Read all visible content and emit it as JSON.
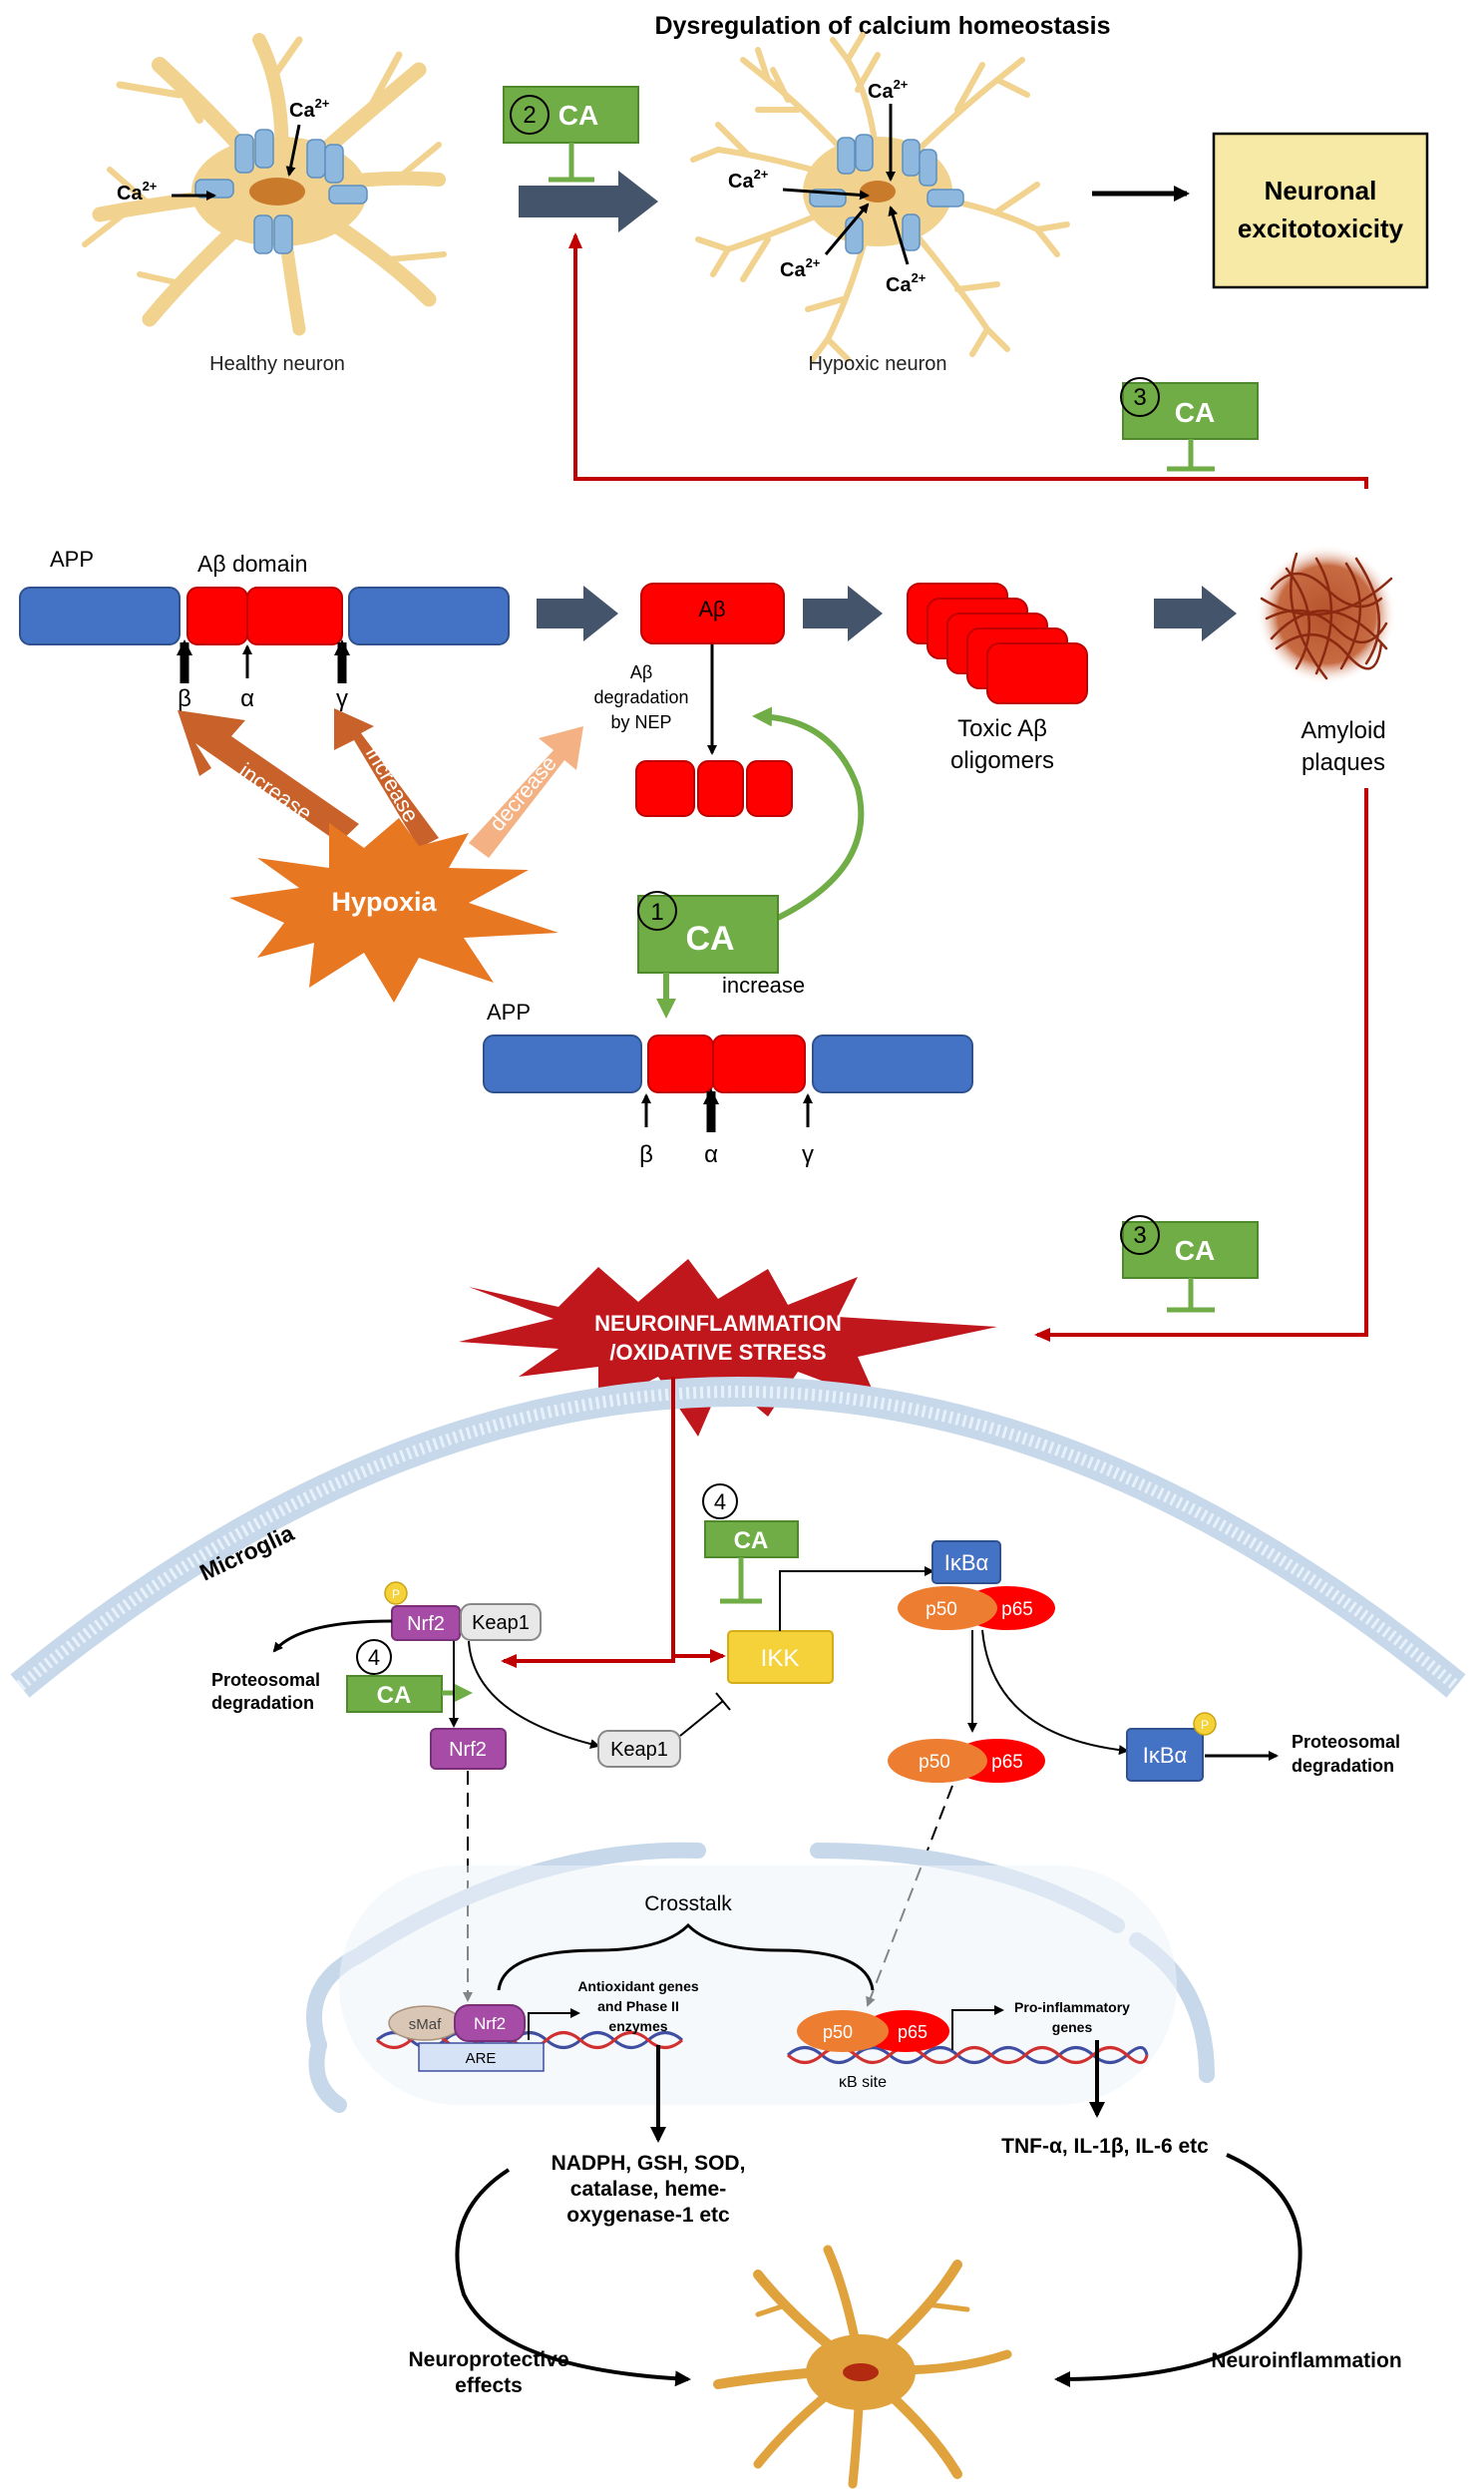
{
  "calcium": {
    "title": "Dysregulation of calcium homeostasis",
    "healthy_label": "Healthy neuron",
    "hypoxic_label": "Hypoxic neuron",
    "ion": "Ca²⁺",
    "ion_base": "Ca",
    "ion_sup": "2+",
    "excitotoxicity_line1": "Neuronal",
    "excitotoxicity_line2": "excitotoxicity"
  },
  "ca": {
    "label": "CA",
    "num1": "1",
    "num2": "2",
    "num3": "3",
    "num4": "4"
  },
  "amyloid": {
    "app": "APP",
    "domain": "Aβ domain",
    "beta": "β",
    "alpha": "α",
    "gamma": "γ",
    "abeta": "Aβ",
    "nep_line1": "Aβ",
    "nep_line2": "degradation",
    "nep_line3": "by NEP",
    "toxic_line1": "Toxic Aβ",
    "toxic_line2": "oligomers",
    "plaques_line1": "Amyloid",
    "plaques_line2": "plaques",
    "hypoxia": "Hypoxia",
    "increase": "increase",
    "decrease": "decrease"
  },
  "inflammation": {
    "line1": "NEUROINFLAMMATION",
    "line2": "/OXIDATIVE STRESS"
  },
  "microglia": {
    "label": "Microglia",
    "nrf2": "Nrf2",
    "keap1": "Keap1",
    "ikk": "IKK",
    "ikba": "IκBα",
    "p50": "p50",
    "p65": "p65",
    "proteo_line1": "Proteosomal",
    "proteo_line2": "degradation",
    "p_badge": "P"
  },
  "nucleus": {
    "crosstalk": "Crosstalk",
    "smaf": "sMaf",
    "are": "ARE",
    "antiox_line1": "Antioxidant genes",
    "antiox_line2": "and Phase II",
    "antiox_line3": "enzymes",
    "proinf_line1": "Pro-inflammatory",
    "proinf_line2": "genes",
    "kb_site": "κB site"
  },
  "outcomes": {
    "antiox_line1": "NADPH, GSH, SOD,",
    "antiox_line2": "catalase, heme-",
    "antiox_line3": "oxygenase-1 etc",
    "cytokines": "TNF-α, IL-1β, IL-6 etc",
    "neuroprotective_line1": "Neuroprotective",
    "neuroprotective_line2": "effects",
    "neuroinflammation": "Neuroinflammation"
  },
  "colors": {
    "ca_green": "#70ad47",
    "ca_green_dark": "#4e8a2c",
    "pathway_red": "#c00000",
    "app_blue": "#4472c4",
    "abeta_red": "#ff0000",
    "hypoxia_orange": "#e87722",
    "neuron_yellow": "#f1d28e",
    "channel_blue": "#8fb8de",
    "arrow_slate": "#44546a",
    "excito_fill": "#f7e9a6",
    "nrf2_purple": "#a64ca6",
    "ikk_yellow": "#f5d13a",
    "ikba_blue": "#4472c4",
    "p50_orange": "#ed7d31"
  }
}
